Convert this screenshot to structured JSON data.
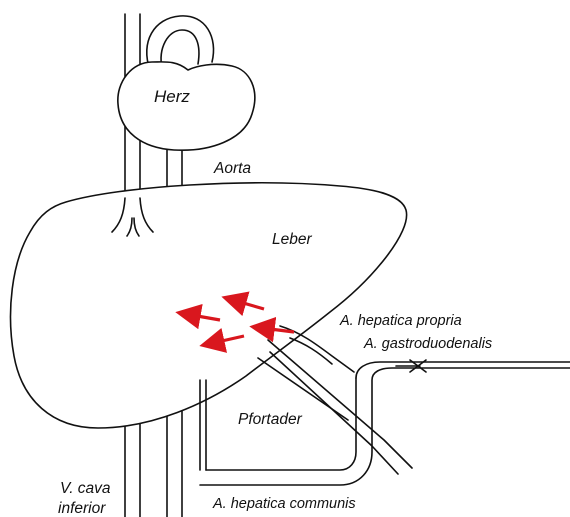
{
  "diagram": {
    "labels": {
      "herz": "Herz",
      "aorta": "Aorta",
      "leber": "Leber",
      "a_hepatica_propria": "A. hepatica propria",
      "a_gastroduodenalis": "A. gastroduodenalis",
      "pfortader": "Pfortader",
      "v_cava_line1": "V. cava",
      "v_cava_line2": "inferior",
      "a_hepatica_communis": "A. hepatica communis"
    },
    "colors": {
      "outline": "#111111",
      "arrow": "#d9171e",
      "background": "#ffffff"
    }
  }
}
